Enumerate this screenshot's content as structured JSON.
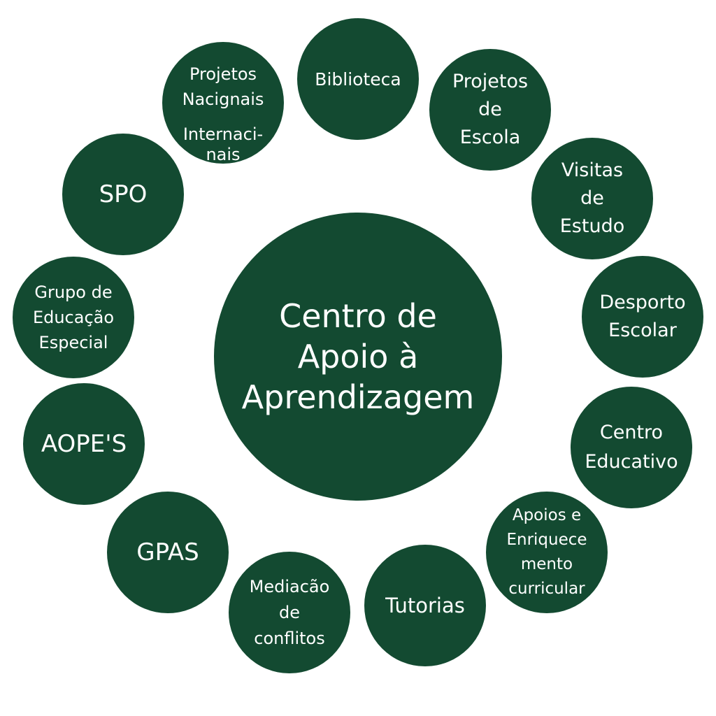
{
  "center": {
    "lines": [
      "Centro de",
      "Apoio à",
      "Aprendizagem"
    ]
  },
  "nodes": [
    {
      "id": "biblioteca",
      "lines": [
        "Biblioteca"
      ]
    },
    {
      "id": "projetos-escola",
      "lines": [
        "Projetos",
        "de",
        "Escola"
      ]
    },
    {
      "id": "visitas-estudo",
      "lines": [
        "Visitas",
        "de",
        "Estudo"
      ]
    },
    {
      "id": "desporto-escolar",
      "lines": [
        "Desporto",
        "Escolar"
      ]
    },
    {
      "id": "centro-educativo",
      "lines": [
        "Centro",
        "Educativo"
      ]
    },
    {
      "id": "apoios-enriquecimento",
      "lines": [
        "Apoios e",
        "Enriquece",
        "mento",
        "curricular"
      ]
    },
    {
      "id": "tutorias",
      "lines": [
        "Tutorias"
      ]
    },
    {
      "id": "mediacao-conflitos",
      "lines": [
        "Mediacão",
        "de",
        "conflitos"
      ]
    },
    {
      "id": "gpas",
      "lines": [
        "GPAS"
      ]
    },
    {
      "id": "aopes",
      "lines": [
        "AOPE'S"
      ]
    },
    {
      "id": "educacao-especial",
      "lines": [
        "Grupo de",
        "Educação",
        "Especial"
      ]
    },
    {
      "id": "spo",
      "lines": [
        "SPO"
      ]
    },
    {
      "id": "projetos-nacionais",
      "lines": [
        "Projetos",
        "Nacignais",
        "Internaci-",
        "nais"
      ]
    }
  ],
  "colors": {
    "circle": "#134a31",
    "text": "#ffffff"
  }
}
